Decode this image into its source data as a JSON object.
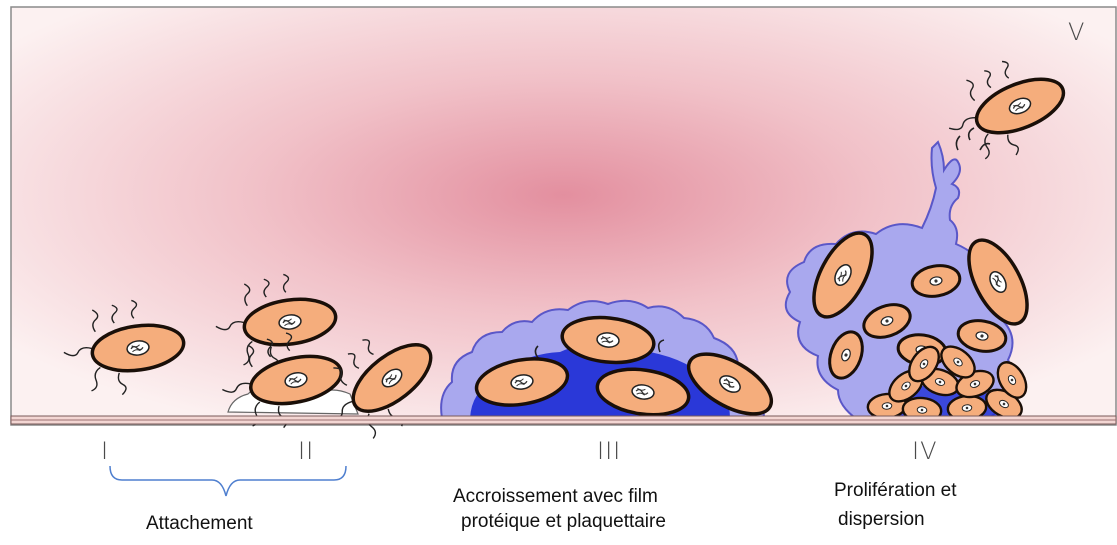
{
  "stages": {
    "i": "I",
    "ii": "II",
    "iii": "III",
    "iv": "IV",
    "v": "V"
  },
  "captions": {
    "attachment": "Attachement",
    "growth_line1": "Accroissement avec film",
    "growth_line2": "protéique et plaquettaire",
    "proliferation_line1": "Prolifération et",
    "proliferation_line2": "dispersion"
  },
  "colors": {
    "background_glow": "#e38f9f",
    "cell_fill": "#f5ad7c",
    "cell_outline": "#1a0f08",
    "matrix_light": "#a9a8ee",
    "matrix_dark": "#1f2fd6",
    "bracket": "#4f7fcf"
  }
}
